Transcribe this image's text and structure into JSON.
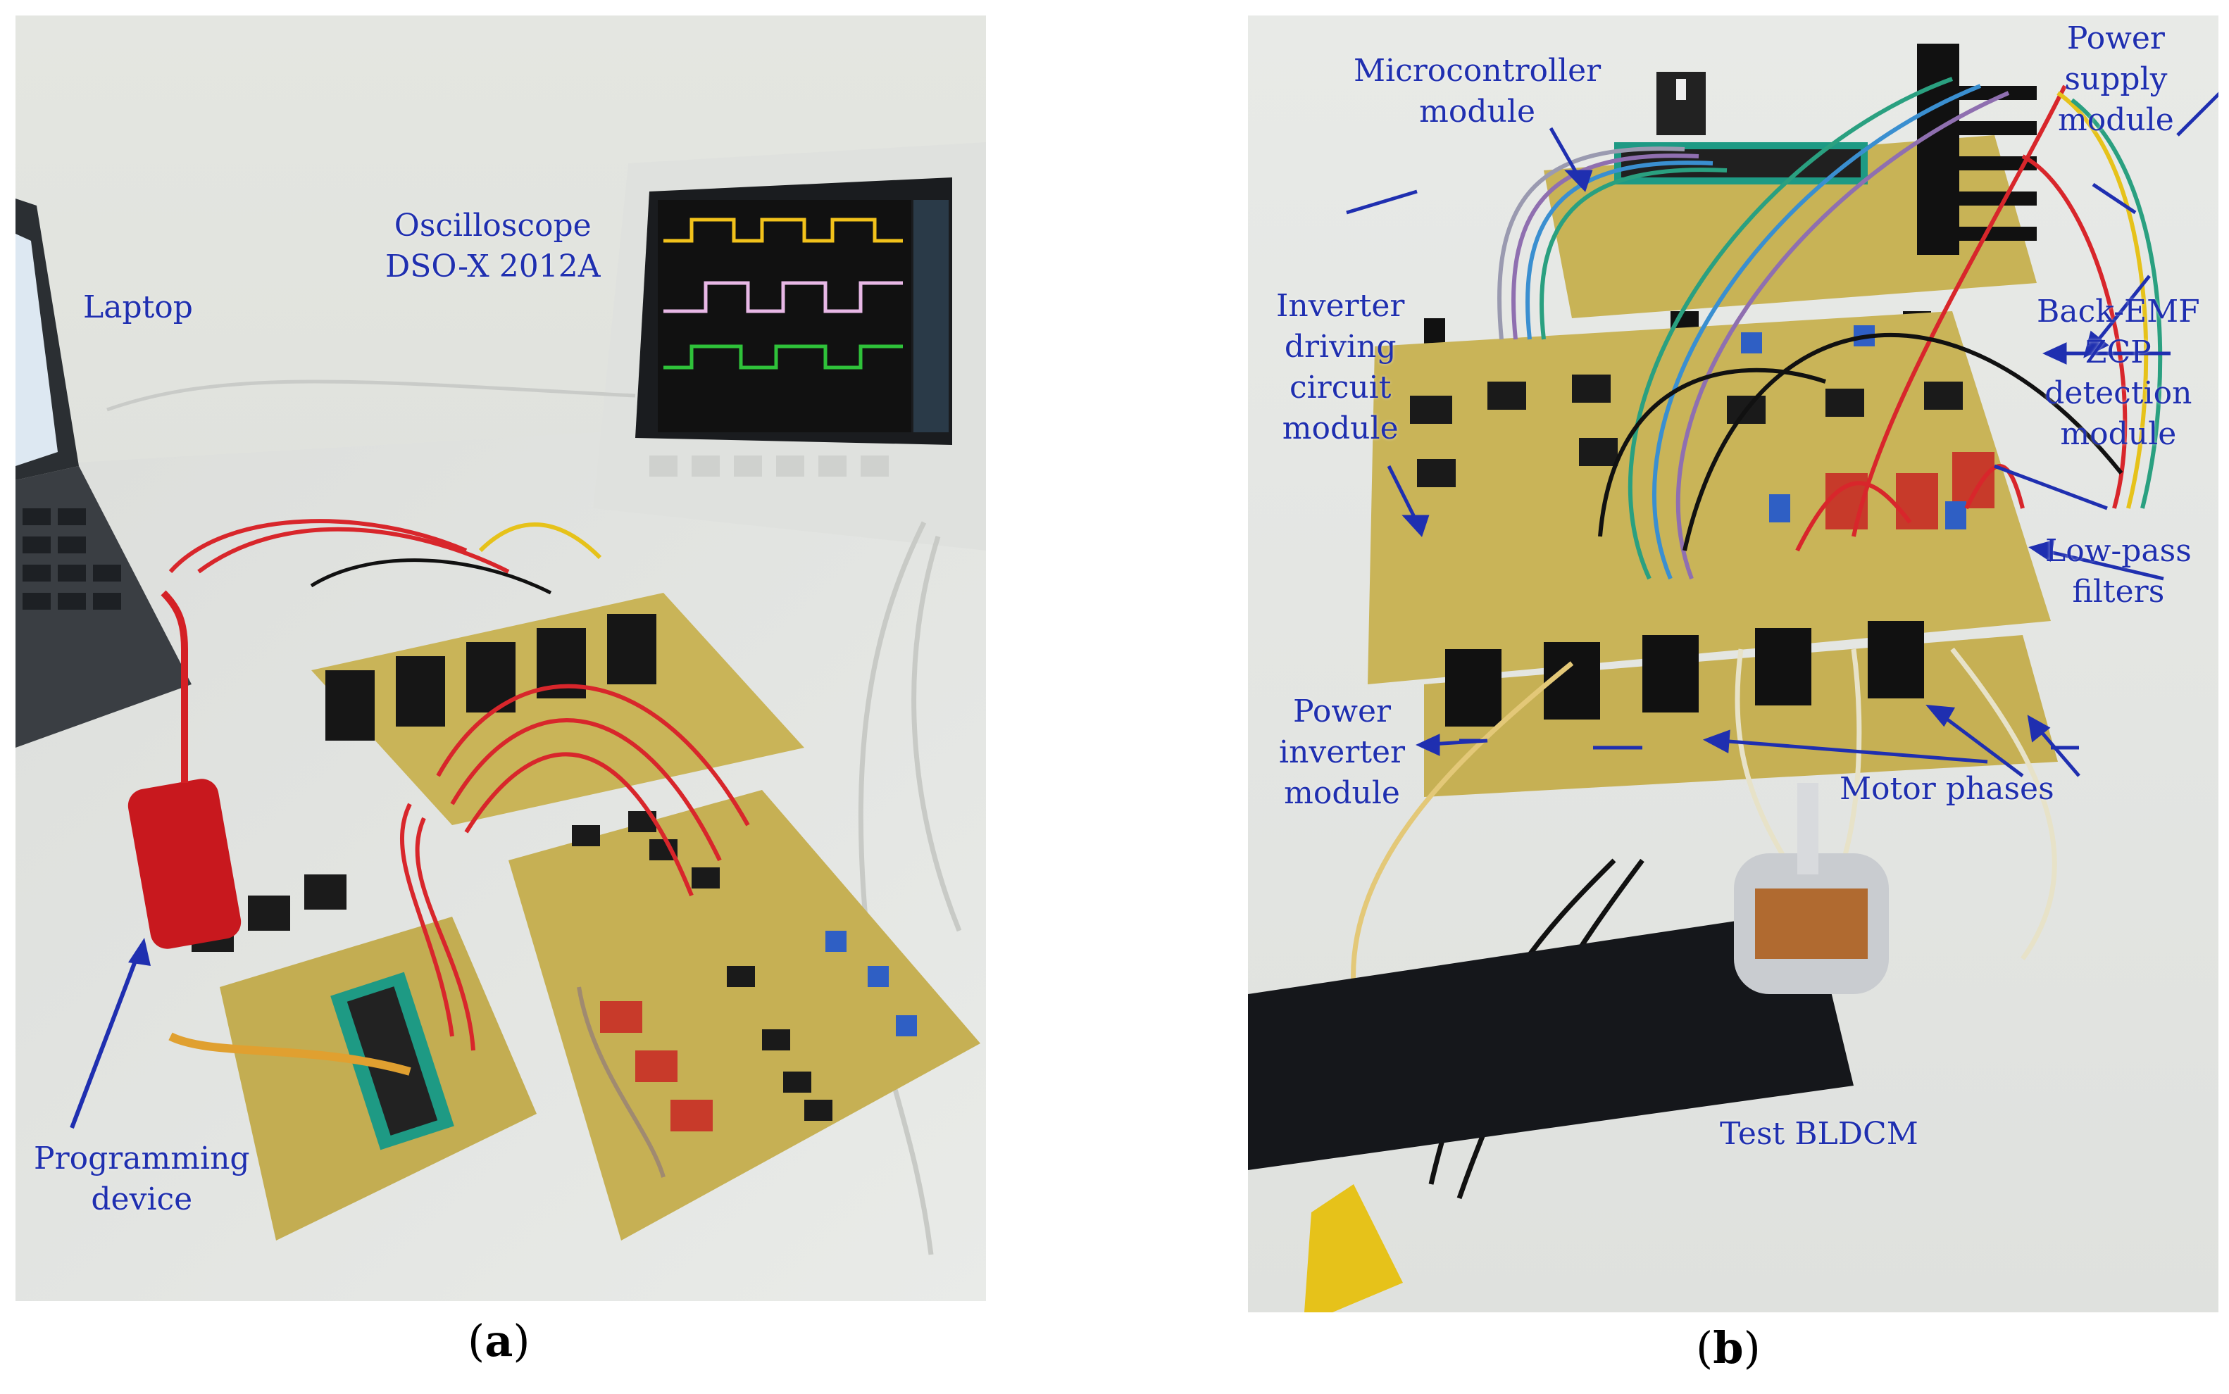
{
  "panel_a": {
    "caption_open": "(",
    "caption_letter": "a",
    "caption_close": ")",
    "labels": {
      "laptop": "Laptop",
      "oscilloscope": "Oscilloscope\nDSO-X 2012A",
      "programming": "Programming\ndevice"
    }
  },
  "panel_b": {
    "caption_open": "(",
    "caption_letter": "b",
    "caption_close": ")",
    "labels": {
      "microcontroller": "Microcontroller\nmodule",
      "power_supply": "Power\nsupply\nmodule",
      "inverter_driving": "Inverter\ndriving\ncircuit\nmodule",
      "back_emf": "Back-EMF\nZCP\ndetection\nmodule",
      "low_pass": "Low-pass\nfilters",
      "power_inverter": "Power\ninverter\nmodule",
      "motor_phases": "Motor phases",
      "test_bldcm": "Test BLDCM"
    }
  },
  "colors": {
    "annotation": "#1f2fb0",
    "pcb": "#c9b458",
    "wire_red": "#d8262b",
    "scope_yellow": "#f2c21b",
    "scope_pink": "#e8b8e6",
    "scope_green": "#2fc23a"
  }
}
